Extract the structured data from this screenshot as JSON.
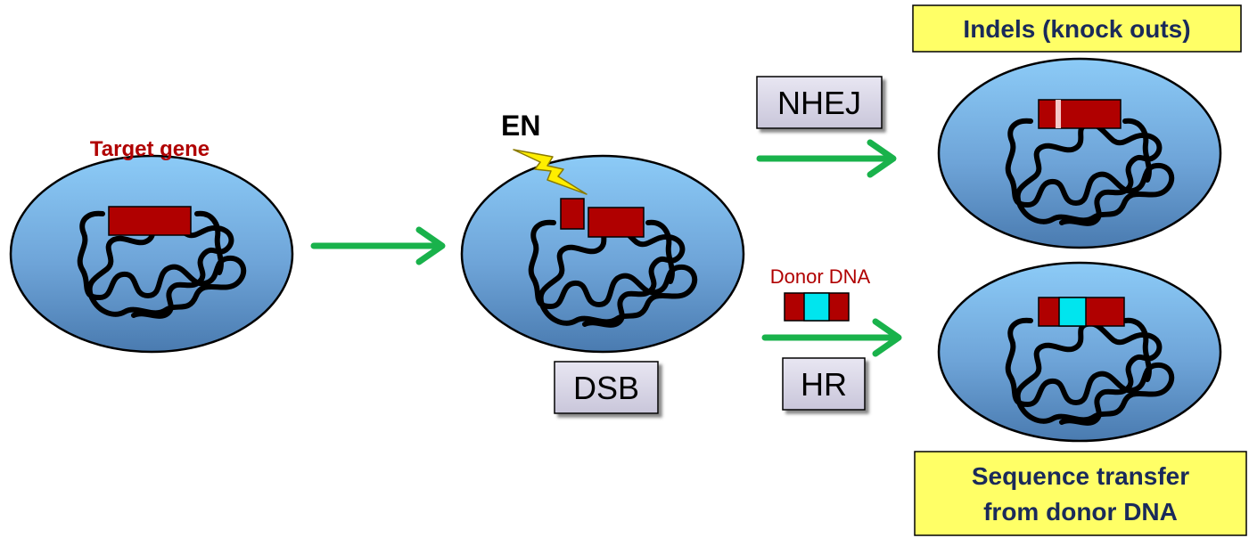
{
  "labels": {
    "target_gene": "Target gene",
    "en": "EN",
    "dsb": "DSB",
    "nhej": "NHEJ",
    "hr": "HR",
    "donor_dna": "Donor DNA",
    "indels": "Indels (knock outs)",
    "sequence_transfer_line1": "Sequence transfer",
    "sequence_transfer_line2": "from donor DNA"
  },
  "colors": {
    "cell_top": "#86c3f2",
    "cell_bottom": "#4d7fb3",
    "gene_red": "#b00000",
    "donor_cyan": "#00e5ee",
    "arrow_green": "#19b24b",
    "label_box": "#dcdcea",
    "note_yellow": "#ffff66",
    "lightning_yellow": "#ffee00"
  }
}
